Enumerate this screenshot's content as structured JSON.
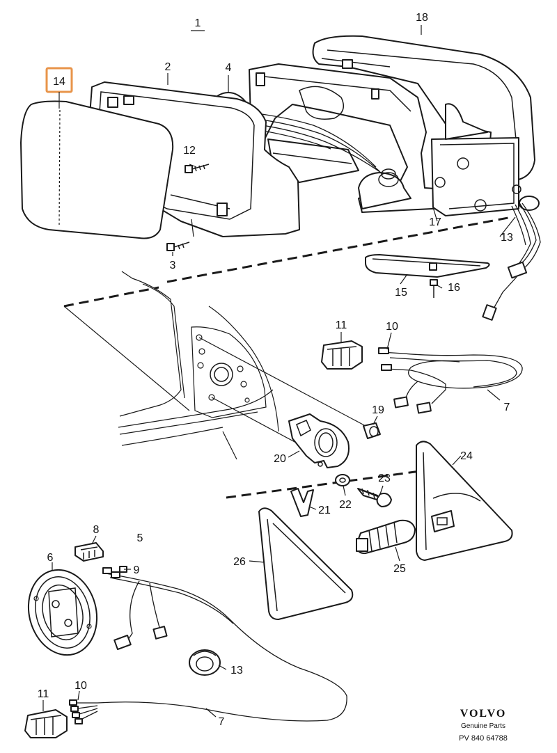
{
  "highlight_color": "#e8944a",
  "callouts": {
    "c1": "1",
    "c2": "2",
    "c3": "3",
    "c4": "4",
    "c5": "5",
    "c6": "6",
    "c7a": "7",
    "c7b": "7",
    "c8": "8",
    "c9": "9",
    "c10a": "10",
    "c10b": "10",
    "c11a": "11",
    "c11b": "11",
    "c12": "12",
    "c13a": "13",
    "c13b": "13",
    "c14": "14",
    "c15": "15",
    "c16": "16",
    "c17": "17",
    "c18": "18",
    "c19": "19",
    "c20": "20",
    "c21": "21",
    "c22": "22",
    "c23": "23",
    "c24": "24",
    "c25": "25",
    "c26": "26"
  },
  "brand": {
    "name": "VOLVO",
    "subtitle": "Genuine Parts",
    "code": "PV 840 64788"
  }
}
